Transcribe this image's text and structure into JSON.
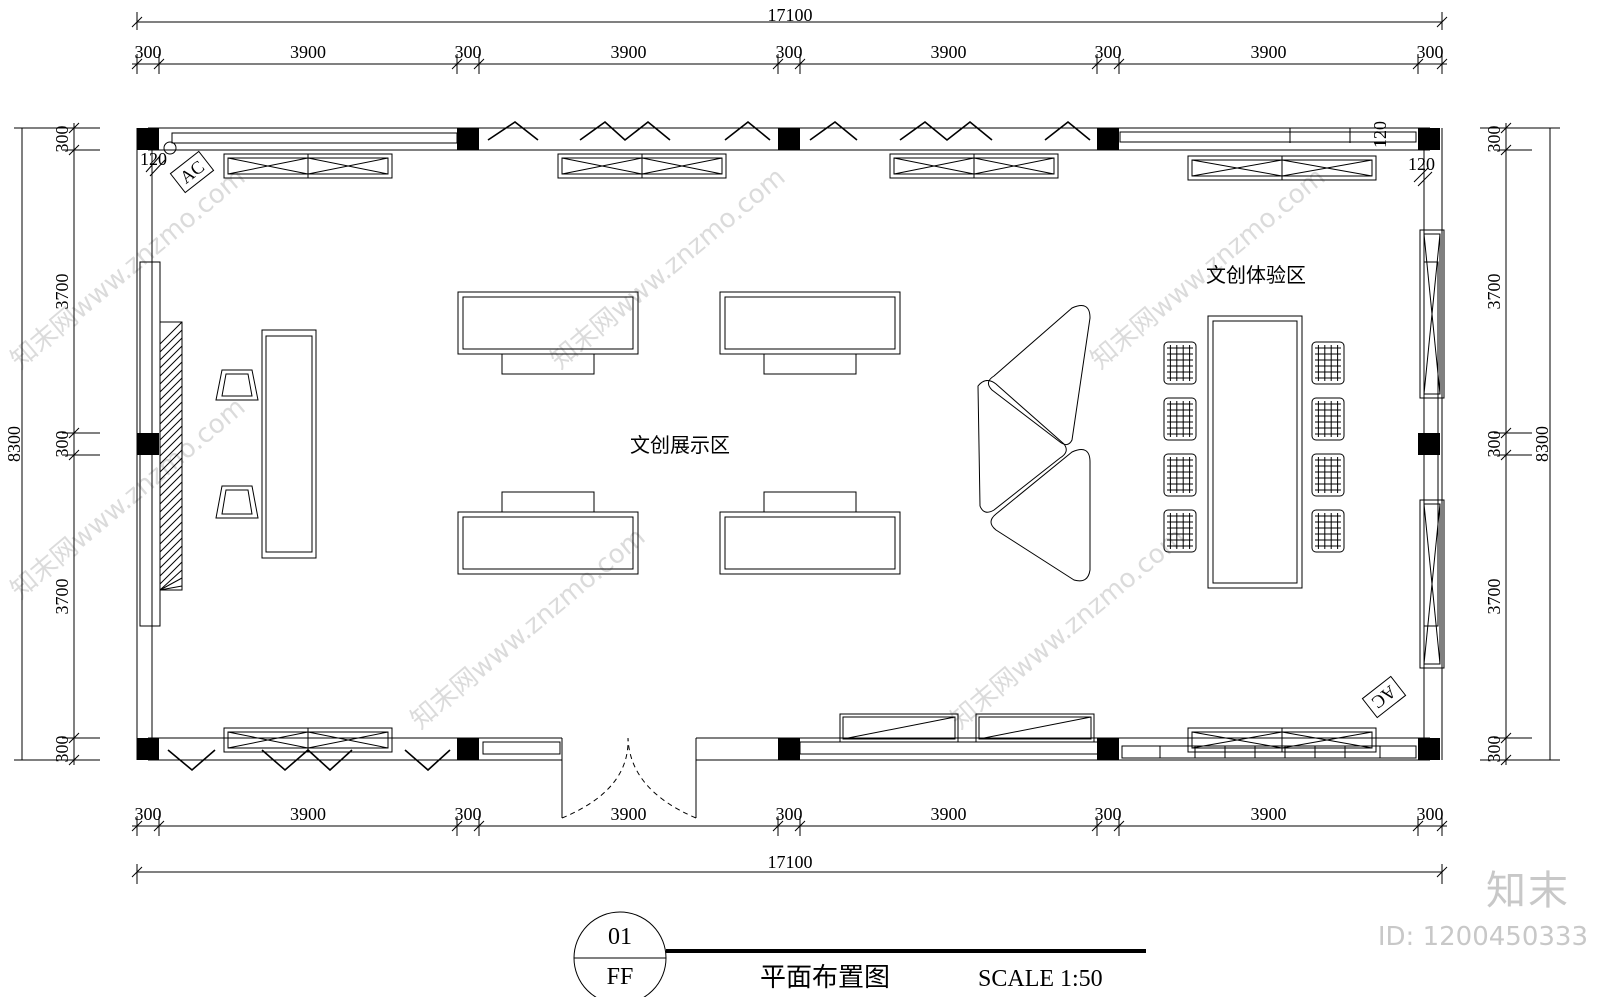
{
  "dimensions": {
    "overall": "17100",
    "segments": [
      "300",
      "3900",
      "300",
      "3900",
      "300",
      "3900",
      "300",
      "3900",
      "300"
    ],
    "left_overall": "8300",
    "left_segments": [
      "300",
      "3700",
      "300",
      "3700",
      "300"
    ],
    "right_overall": "8300",
    "right_segments": [
      "300",
      "3700",
      "300",
      "3700",
      "300"
    ],
    "wall_thickness_label": "120"
  },
  "zones": {
    "display": "文创展示区",
    "experience": "文创体验区"
  },
  "equipment_labels": {
    "ac_top_left": "AC",
    "ac_bottom_right": "AC"
  },
  "title_block": {
    "number": "01",
    "sheet": "FF",
    "title": "平面布置图",
    "scale": "SCALE 1:50"
  },
  "watermark": {
    "text": "知末网www.znzmo.com",
    "brand": "知末",
    "id": "ID: 1200450333"
  }
}
